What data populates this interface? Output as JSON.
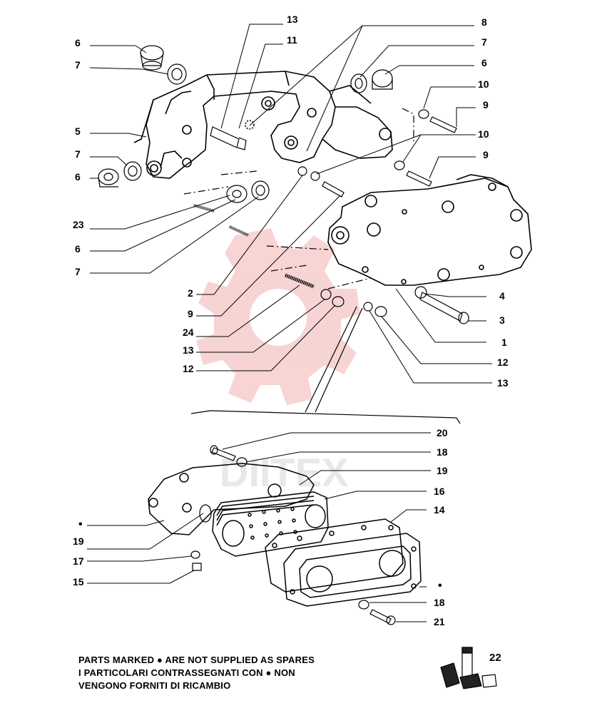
{
  "callouts": [
    "13",
    "11",
    "8",
    "7",
    "6",
    "6",
    "7",
    "10",
    "9",
    "5",
    "10",
    "7",
    "9",
    "6",
    "23",
    "6",
    "7",
    "2",
    "4",
    "9",
    "3",
    "24",
    "1",
    "13",
    "12",
    "12",
    "13",
    "20",
    "18",
    "19",
    "16",
    "14",
    "19",
    "17",
    "15",
    "18",
    "21"
  ],
  "bullets": [
    "•",
    "•"
  ],
  "note": {
    "line1": "PARTS MARKED ● ARE NOT SUPPLIED AS SPARES",
    "line2": "I PARTICOLARI CONTRASSEGNATI CON ● NON",
    "line3": "VENGONO FORNITI DI RICAMBIO"
  },
  "page_number": "22",
  "watermark": "DIITEX",
  "colors": {
    "ink": "#000000",
    "watermark": "#f2b8b8"
  }
}
